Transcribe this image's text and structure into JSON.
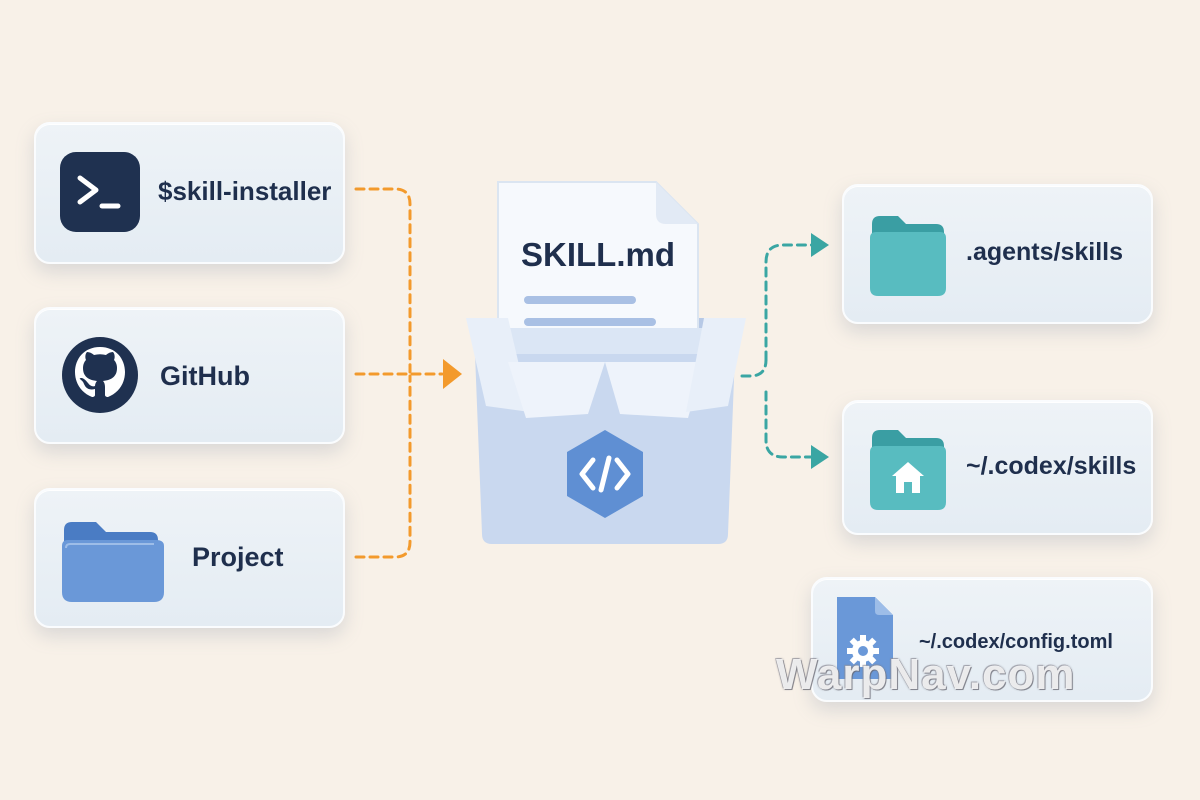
{
  "sources": [
    {
      "label": "$skill-installer",
      "icon": "terminal-icon"
    },
    {
      "label": "GitHub",
      "icon": "github-icon"
    },
    {
      "label": "Project",
      "icon": "folder-icon"
    }
  ],
  "center": {
    "document_label": "SKILL.md",
    "icon": "code-hexagon-icon"
  },
  "destinations": [
    {
      "label": ".agents/skills",
      "icon": "folder-icon"
    },
    {
      "label": "~/.codex/skills",
      "icon": "home-folder-icon"
    },
    {
      "label": "~/.codex/config.toml",
      "icon": "config-file-gear-icon"
    }
  ],
  "watermark": "WarpNav.com",
  "colors": {
    "background": "#f8f1e8",
    "incoming_arrows": "#f39a2c",
    "outgoing_arrows": "#3aa6a3",
    "text": "#1f2f4d",
    "terminal_tile": "#1f3150",
    "blue_folder": "#6a98d8",
    "teal_folder": "#4eb3b7",
    "box": "#c9d8ef"
  }
}
